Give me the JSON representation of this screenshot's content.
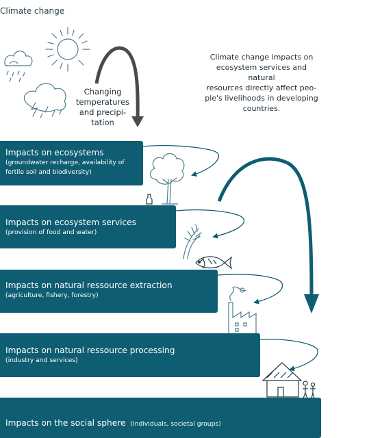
{
  "caption": "Climate change",
  "arrow_label": "Changing temperatures and precipi-tation",
  "arrow_label_lines": [
    "Changing",
    "temperatures",
    "and precipi-",
    "tation"
  ],
  "note": "Climate change impacts on ecosystem services and natural resources directly affect peo-ple's livelihoods in developing countries.",
  "note_lines": [
    "Climate change impacts on",
    "ecosystem services and natural",
    "resources directly affect peo-",
    "ple's livelihoods in developing",
    "countries."
  ],
  "steps": [
    {
      "title": "Impacts on ecosystems",
      "detail_lines": [
        "(groundwater recharge, availability of",
        "fertile soil and biodiversity)"
      ]
    },
    {
      "title": "Impacts on ecosystem services",
      "detail_lines": [
        "(provision of food and water)"
      ]
    },
    {
      "title": "Impacts on natural ressource extraction",
      "detail_lines": [
        "(agriculture, fishery, forestry)"
      ]
    },
    {
      "title": "Impacts on natural ressource processing",
      "detail_lines": [
        "(industry and services)"
      ]
    },
    {
      "title": "Impacts on the social sphere",
      "detail_lines": [
        "(individuals, societal groups)"
      ]
    }
  ],
  "colors": {
    "bar": "#0f5d72",
    "arrow_dark": "#4a4a4a",
    "arrow_teal": "#0f5d72",
    "sketch": "#4b7e8c"
  },
  "icons": [
    "rain-cloud-icon",
    "sun-icon",
    "storm-cloud-icon",
    "tree-icon",
    "wheat-icon",
    "fish-icon",
    "factory-icon",
    "hut-icon",
    "people-icon"
  ]
}
